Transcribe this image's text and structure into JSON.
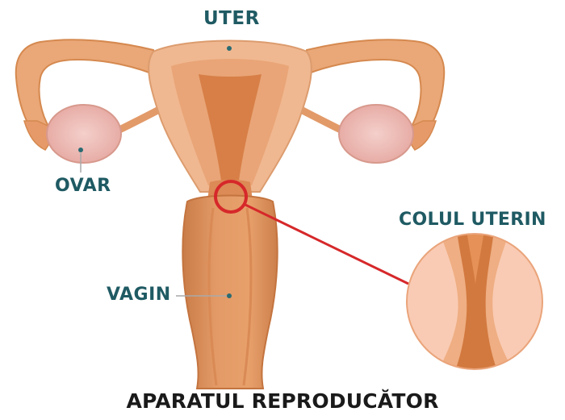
{
  "labels": {
    "uter": "UTER",
    "ovar": "OVAR",
    "vagin": "VAGIN",
    "colul_uterin": "COLUL UTERIN"
  },
  "caption": "APARATUL REPRODUCĂTOR",
  "colors": {
    "label_text": "#1f5a63",
    "caption_text": "#1a1a1a",
    "tissue_light": "#f0b891",
    "tissue_mid": "#e79a69",
    "tissue_dark": "#c87440",
    "cavity": "#d77f47",
    "ovary_pink": "#eebbb6",
    "highlight_red": "#d6282a",
    "zoom_bg": "#f9cbb4",
    "dot": "#2a6b72"
  }
}
